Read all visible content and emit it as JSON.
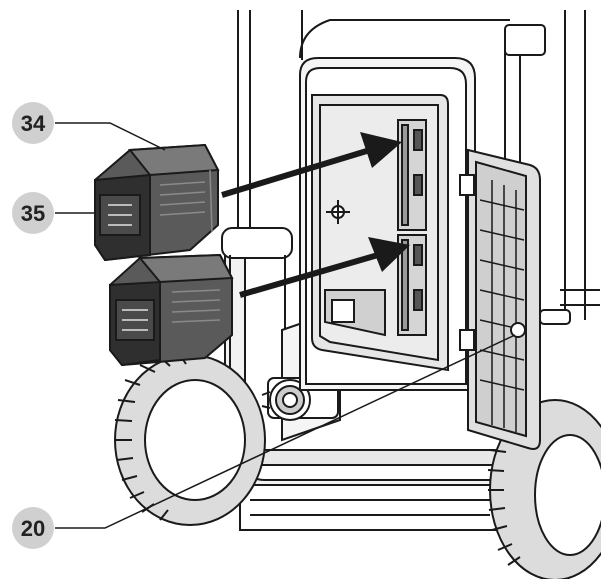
{
  "callouts": [
    {
      "id": "34",
      "label": "34"
    },
    {
      "id": "35",
      "label": "35"
    },
    {
      "id": "20",
      "label": "20"
    }
  ],
  "colors": {
    "line": "#1a1a1a",
    "callout_fill": "#d0d0d0",
    "battery_body": "#5a5a5a",
    "battery_dark": "#2f2f2f",
    "battery_light": "#8a8a8a",
    "frame_fill": "#f2f2f2",
    "panel_fill": "#e6e6e6",
    "tire_fill": "#dcdcdc"
  }
}
